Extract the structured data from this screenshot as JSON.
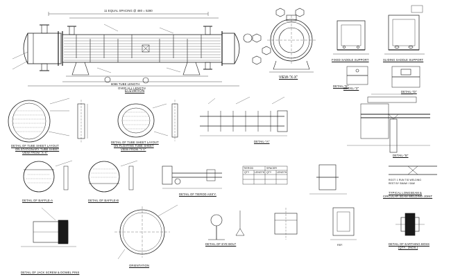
{
  "drawing": {
    "background": "#ffffff",
    "line_color": "#1a1a1a",
    "captions": {
      "elevation": "ELEVATION",
      "view_xx": "VIEW-\"X-X\"",
      "fixed_saddle": "FIXED SADDLE SUPPORT",
      "sliding_saddle": "SLIDING SADDLE SUPPORT",
      "detail_z": "DETAIL-\"Z\"",
      "detail_d": "DETAIL-\"D\"",
      "detail_a": "DETAIL-\"A\"",
      "detail_b": "DETAIL-\"B\"",
      "detail_e": "DETAIL-\"E\"",
      "tubesheet_stationary_1": "DETAIL OF TUBE SHEET LAYOUT",
      "tubesheet_stationary_2": "ON STATIONARY TUBE SHEET",
      "tubesheet_stationary_3": "VIEW FROM \"X-X\"",
      "tubesheet_floating_1": "DETAIL OF TUBE SHEET LAYOUT",
      "tubesheet_floating_2": "ON FLOATING TUBE SHEET",
      "tubesheet_floating_3": "VIEW FROM \"Y-Y\"",
      "baffle_a": "DETAIL OF BAFFLE-A",
      "baffle_b": "DETAIL OF BAFFLE-B",
      "tierod": "DETAIL OF TIEROD ASS'Y.",
      "longseam_1": "TYPICAL LONGSEAM &",
      "longseam_2": "CIRCULAR SEAM WELDING JOINT",
      "eye_bolt": "DETAIL OF EYE BOLT",
      "earthing_1": "DETAIL OF EARTHING BOSS",
      "earthing_2": "(QTY.: 2NOS.)",
      "orientation": "ORIENTATION",
      "jack_screw": "DETAIL OF JACK SCREW & DOWEL PINS"
    },
    "dimensions": {
      "tube_spacing": "11 EQUAL SPACING @ 480 = 5280",
      "tube_length": "6096 TUBE LENGTH",
      "overall": "OVER ALL LENGTH"
    },
    "tierod_table": {
      "headers": [
        "TIEROD",
        "SPACER"
      ],
      "subheaders": [
        "QTY",
        "LENGTH",
        "QTY",
        "LENGTH"
      ]
    },
    "notes": {
      "weld_note_1": "ROOT: 1 RUN TIG WELDING",
      "weld_note_2": "REST BY SMAW / SAW",
      "ref_label": "REF."
    }
  }
}
